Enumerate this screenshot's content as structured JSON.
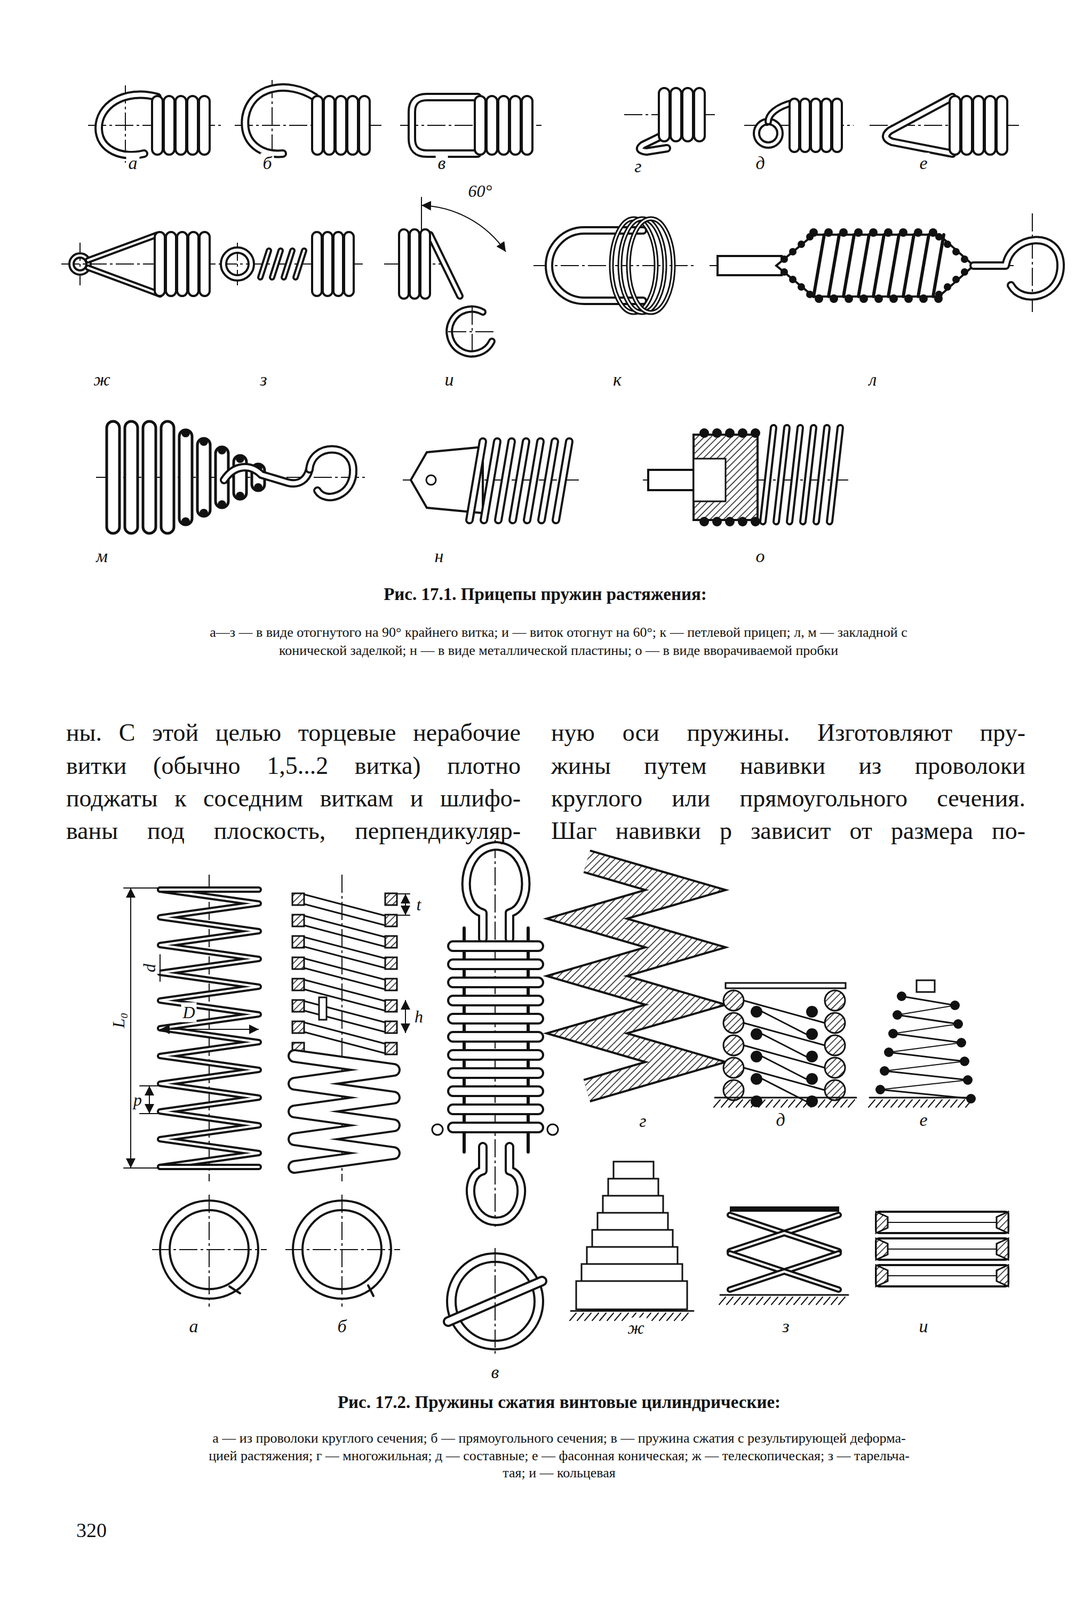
{
  "diagram": {
    "labels": [
      "а",
      "б",
      "в",
      "г",
      "д",
      "е",
      "60°",
      "ж",
      "з",
      "и",
      "к",
      "л",
      "м",
      "н",
      "о",
      "Рис. 17.1. Прицепы пружин растяжения:",
      "а—з — в виде отогнутого на 90° крайнего витка; и — виток отогнут на 60°; к — петлевой прицеп; л, м — закладной с",
      "конической заделкой; н — в виде металлической пластины; о — в виде вворачиваемой пробки",
      "ны. С этой целью торцевые нерабочие",
      "витки (обычно 1,5...2 витка) плотно",
      "поджаты к соседним виткам и шлифо-",
      "ваны под плоскость, перпендикуляр-",
      "ную оси пружины. Изготовляют пру-",
      "жины путем навивки из проволоки",
      "круглого или прямоугольного сечения.",
      "Шаг навивки p зависит от размера по-",
      "L₀",
      "d",
      "D",
      "p",
      "t",
      "h",
      "г",
      "д",
      "е",
      "а",
      "б",
      "ж",
      "з",
      "и",
      "в",
      "Рис. 17.2. Пружины сжатия винтовые цилиндрические:",
      "а — из проволоки круглого сечения; б — прямоугольного сечения; в — пружина сжатия с результирующей деформа-",
      "цией растяжения; г — многожильная; д — составные; е — фасонная коническая; ж — телескопическая; з — тарельча-",
      "тая; и — кольцевая",
      "320"
    ]
  }
}
